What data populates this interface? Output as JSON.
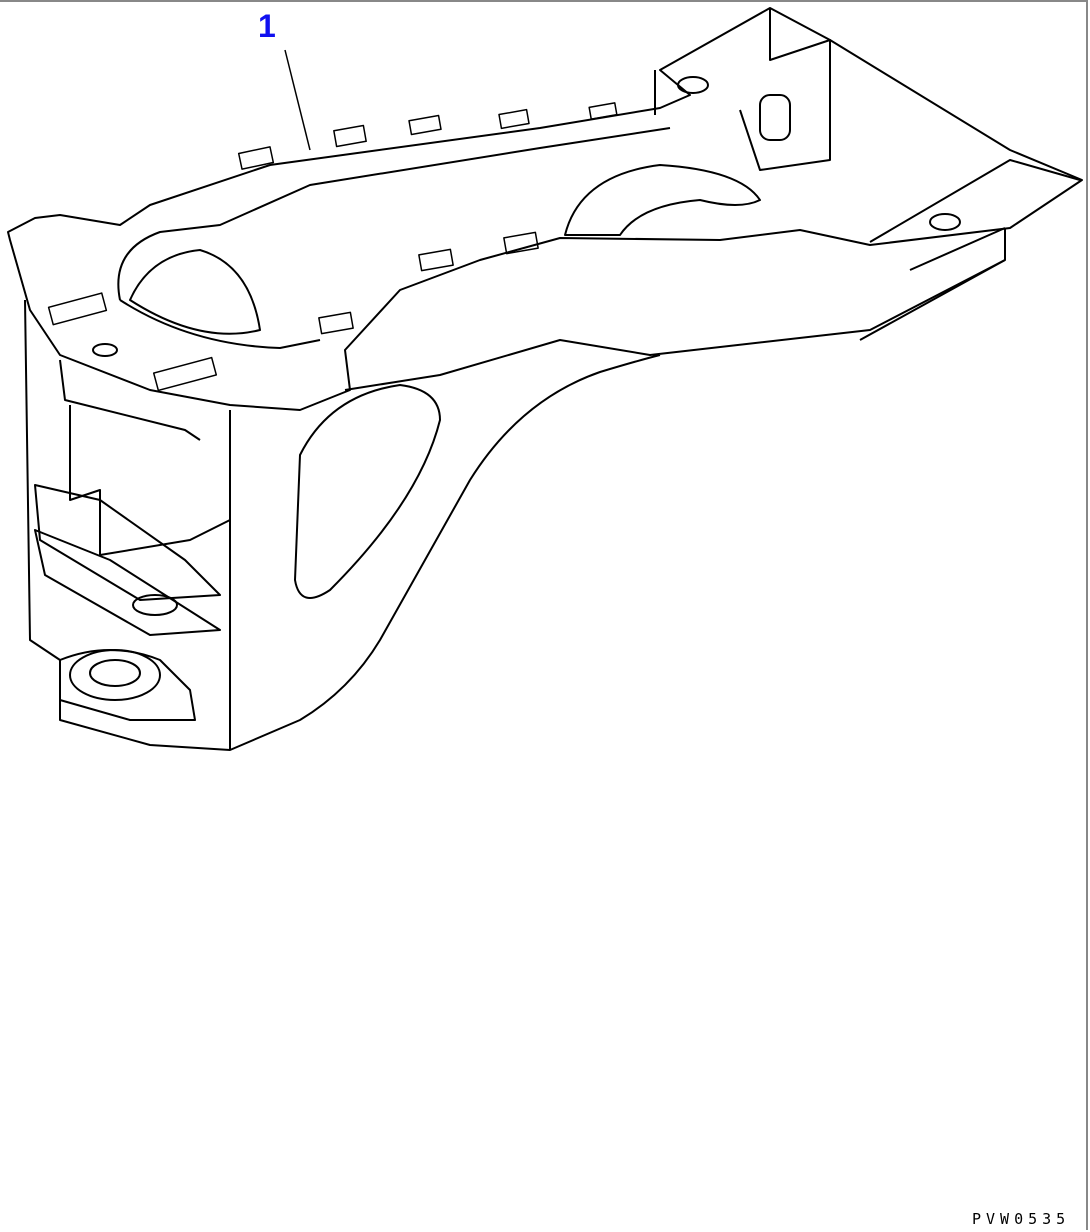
{
  "diagram": {
    "callouts": [
      {
        "label": "1",
        "color": "#1010f0"
      }
    ],
    "drawing_code": "PVW0535",
    "part": "main-frame-line-drawing"
  }
}
